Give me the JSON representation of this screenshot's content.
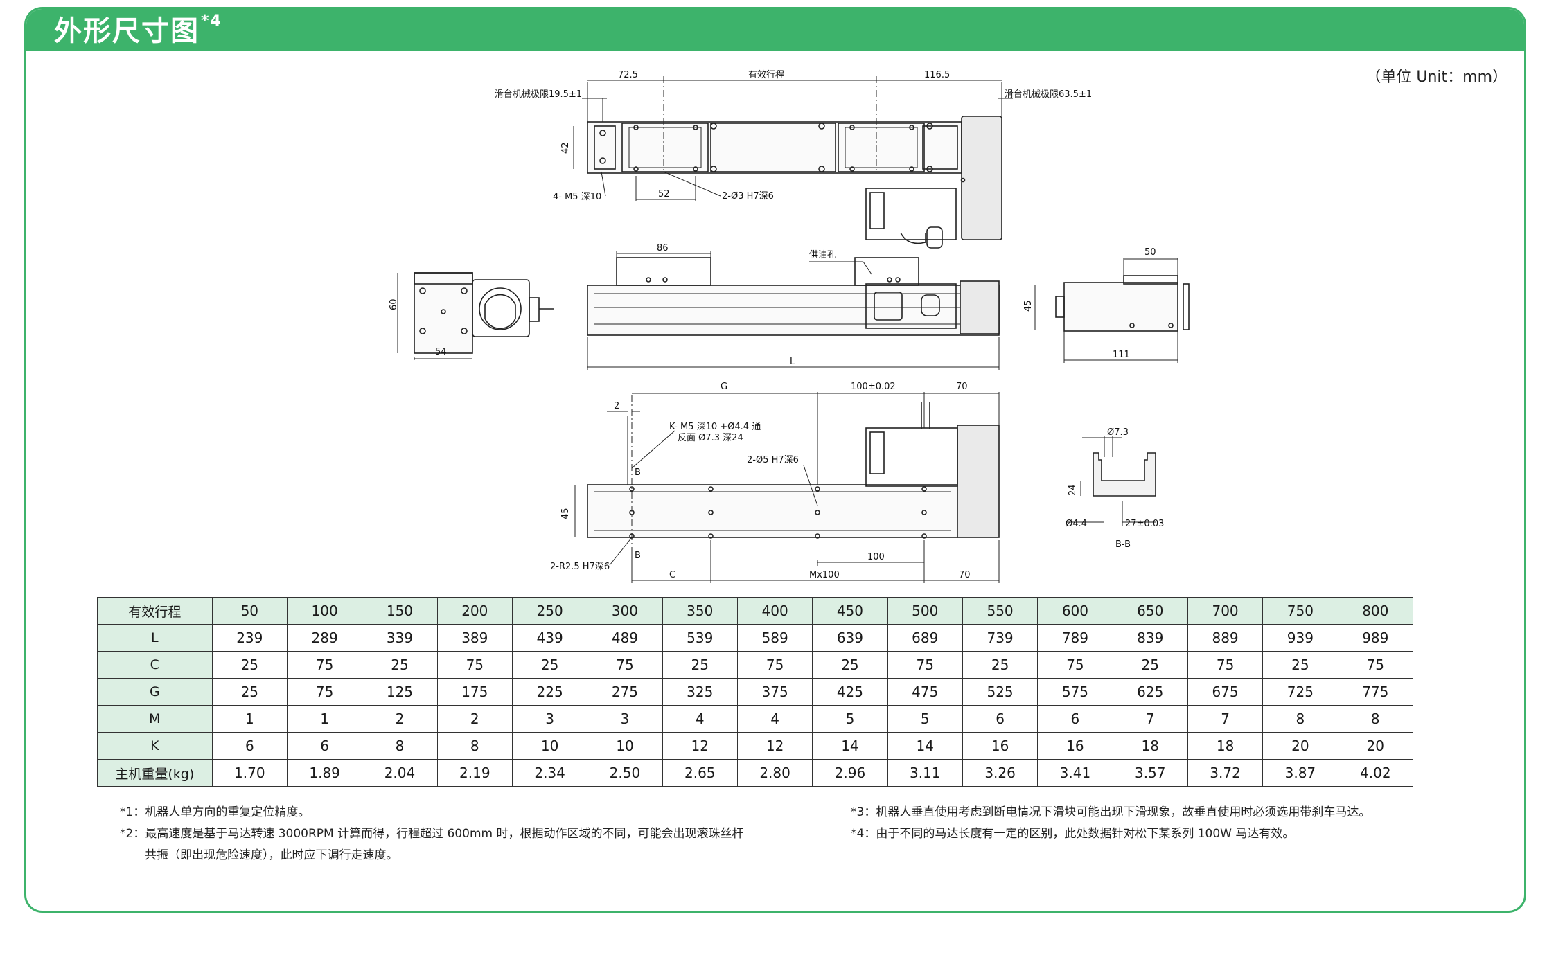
{
  "header": {
    "title": "外形尺寸图",
    "title_sup": "*4"
  },
  "unit_label": "（单位 Unit：mm）",
  "drawing": {
    "top_view": {
      "dim_left": "72.5",
      "dim_stroke": "有效行程",
      "dim_right": "116.5",
      "limit_left": "滑台机械极限19.5±1",
      "limit_right": "滑台机械极限63.5±1",
      "dim_height": "42",
      "hole_label_1": "4- M5 深10",
      "dim_52": "52",
      "hole_label_2": "2-Ø3 H7深6"
    },
    "side_view": {
      "dim_86": "86",
      "oil_hole": "供油孔",
      "dim_L": "L"
    },
    "end_view_left": {
      "dim_60": "60",
      "dim_54": "54"
    },
    "end_view_right": {
      "dim_50": "50",
      "dim_45": "45",
      "dim_111": "111"
    },
    "bottom_view": {
      "dim_G": "G",
      "dim_100": "100±0.02",
      "dim_70_top": "70",
      "dim_2": "2",
      "hole_K_1": "K- M5 深10 +Ø4.4 通",
      "hole_K_2": "反面 Ø7.3 深24",
      "hole_5": "2-Ø5 H7深6",
      "section_B_top": "B",
      "section_B_bottom": "B",
      "dim_45": "45",
      "hole_R": "2-R2.5 H7深6",
      "dim_C": "C",
      "dim_Mx100": "Mx100",
      "dim_100_bot": "100",
      "dim_70_bot": "70"
    },
    "section_view": {
      "dim_73": "Ø7.3",
      "dim_24": "24",
      "dim_44": "Ø4.4",
      "dim_27": "27±0.03",
      "label": "B-B"
    }
  },
  "table": {
    "rows": [
      {
        "label": "有效行程",
        "values": [
          "50",
          "100",
          "150",
          "200",
          "250",
          "300",
          "350",
          "400",
          "450",
          "500",
          "550",
          "600",
          "650",
          "700",
          "750",
          "800"
        ]
      },
      {
        "label": "L",
        "values": [
          "239",
          "289",
          "339",
          "389",
          "439",
          "489",
          "539",
          "589",
          "639",
          "689",
          "739",
          "789",
          "839",
          "889",
          "939",
          "989"
        ]
      },
      {
        "label": "C",
        "values": [
          "25",
          "75",
          "25",
          "75",
          "25",
          "75",
          "25",
          "75",
          "25",
          "75",
          "25",
          "75",
          "25",
          "75",
          "25",
          "75"
        ]
      },
      {
        "label": "G",
        "values": [
          "25",
          "75",
          "125",
          "175",
          "225",
          "275",
          "325",
          "375",
          "425",
          "475",
          "525",
          "575",
          "625",
          "675",
          "725",
          "775"
        ]
      },
      {
        "label": "M",
        "values": [
          "1",
          "1",
          "2",
          "2",
          "3",
          "3",
          "4",
          "4",
          "5",
          "5",
          "6",
          "6",
          "7",
          "7",
          "8",
          "8"
        ]
      },
      {
        "label": "K",
        "values": [
          "6",
          "6",
          "8",
          "8",
          "10",
          "10",
          "12",
          "12",
          "14",
          "14",
          "16",
          "16",
          "18",
          "18",
          "20",
          "20"
        ]
      },
      {
        "label": "主机重量(kg)",
        "values": [
          "1.70",
          "1.89",
          "2.04",
          "2.19",
          "2.34",
          "2.50",
          "2.65",
          "2.80",
          "2.96",
          "3.11",
          "3.26",
          "3.41",
          "3.57",
          "3.72",
          "3.87",
          "4.02"
        ]
      }
    ]
  },
  "notes": {
    "n1": "*1：机器人单方向的重复定位精度。",
    "n2a": "*2：最高速度是基于马达转速 3000RPM 计算而得，行程超过 600mm 时，根据动作区域的不同，可能会出现滚珠丝杆",
    "n2b": "共振（即出现危险速度），此时应下调行走速度。",
    "n3": "*3：机器人垂直使用考虑到断电情况下滑块可能出现下滑现象，故垂直使用时必须选用带刹车马达。",
    "n4": "*4：由于不同的马达长度有一定的区别，此处数据针对松下某系列 100W 马达有效。"
  }
}
